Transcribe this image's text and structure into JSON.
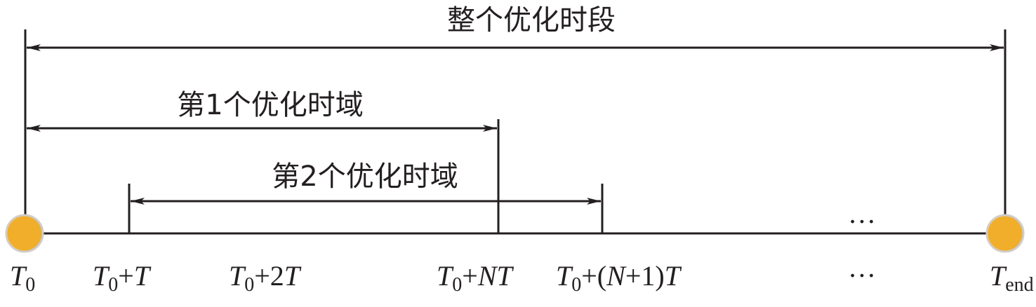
{
  "title_total": "整个优化时段",
  "horizon1": "第1个优化时域",
  "horizon2": "第2个优化时域",
  "ellipsis": "…",
  "ticks": {
    "t0": {
      "T": "T",
      "sub": "0"
    },
    "t0T": {
      "T": "T",
      "sub": "0",
      "rest": "+",
      "T2": "T"
    },
    "t02T": {
      "T": "T",
      "sub": "0",
      "rest": "+2",
      "T2": "T"
    },
    "t0NT": {
      "T": "T",
      "sub": "0",
      "rest": "+",
      "T2": "NT"
    },
    "t0N1T": {
      "T": "T",
      "sub": "0",
      "rest": "+(",
      "N": "N",
      "rest2": "+1)",
      "T2": "T"
    },
    "tend": {
      "T": "T",
      "sub": "end"
    }
  },
  "colors": {
    "node": "#F0AE2A",
    "node_border": "#d0ccc8",
    "line": "#231f20"
  }
}
